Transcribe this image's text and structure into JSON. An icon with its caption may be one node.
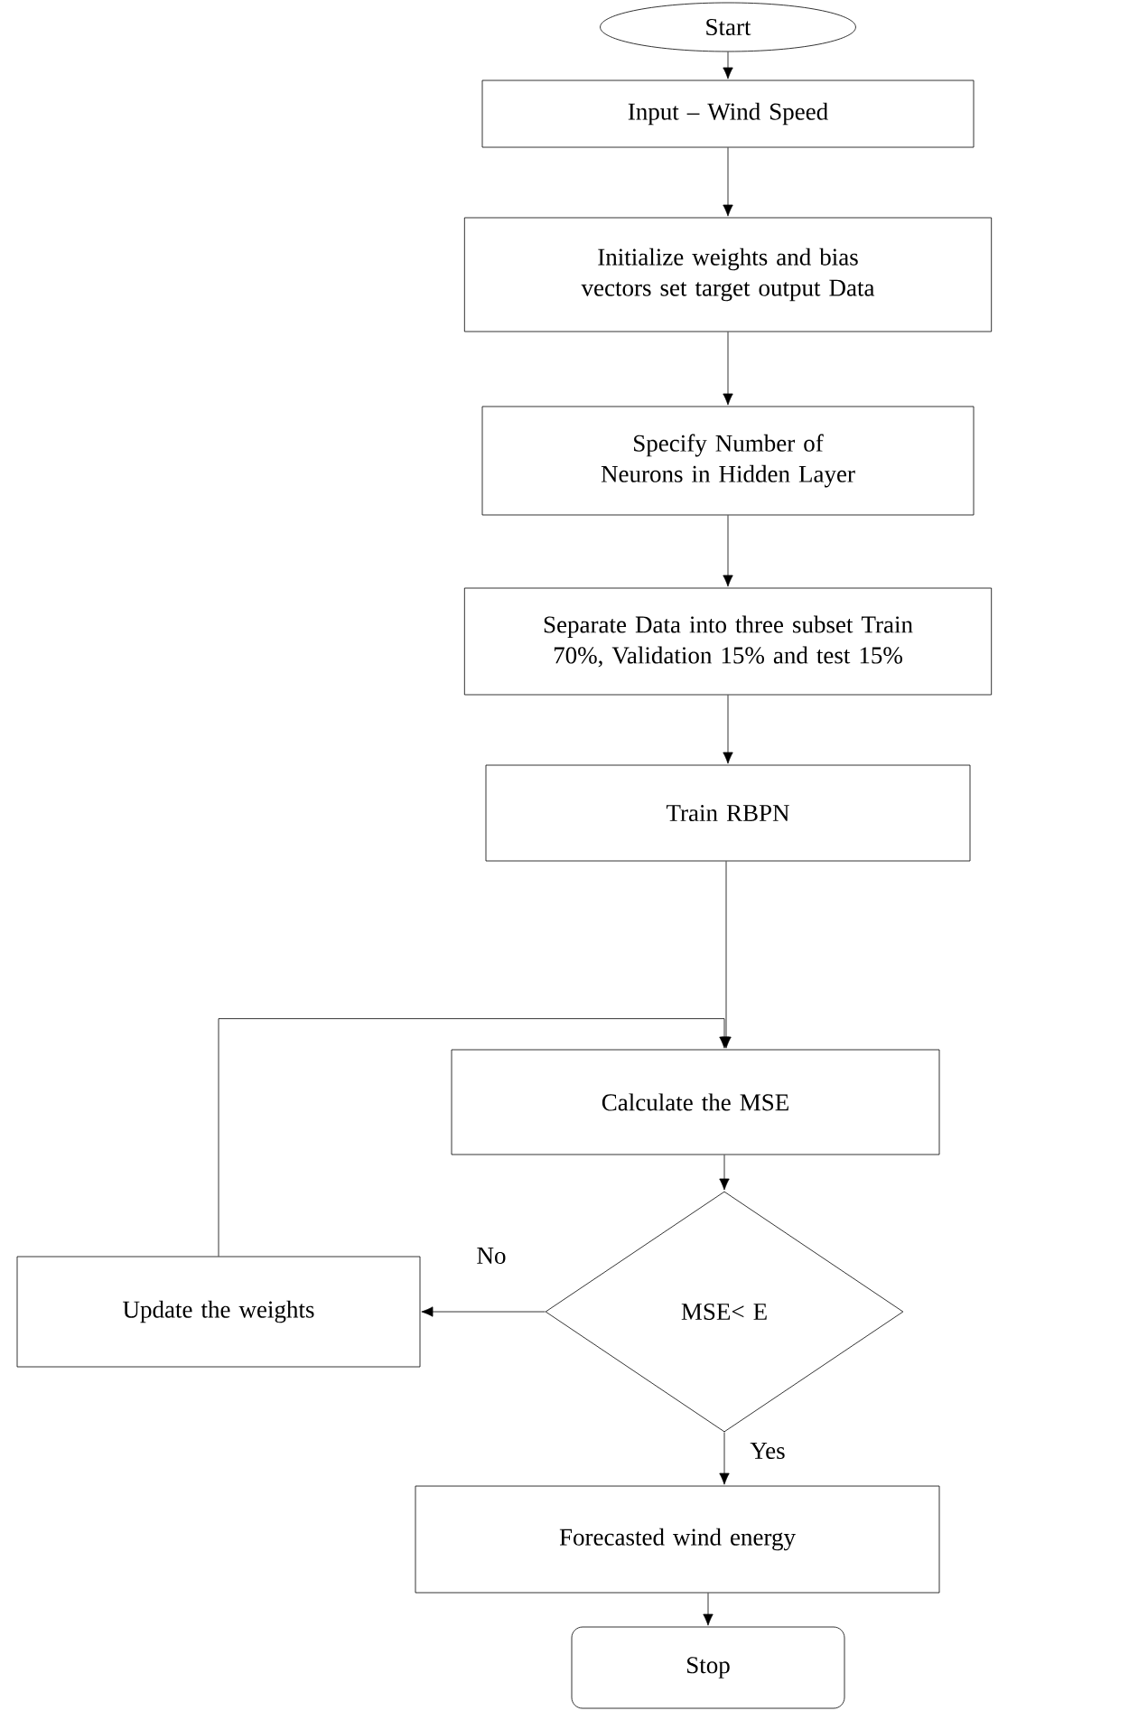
{
  "diagram": {
    "nodes": [
      {
        "text": [
          "Start"
        ]
      },
      {
        "text": [
          "Input – Wind Speed"
        ]
      },
      {
        "text": [
          "Initialize weights and bias vectors set target output Data"
        ]
      },
      {
        "text": [
          "Specify Number of Neurons in Hidden Layer"
        ]
      },
      {
        "text": [
          "Separate Data into three subset Train 70%, Validation 15% and test 15%"
        ]
      },
      {
        "text": [
          "Train RBPN"
        ]
      },
      {
        "text": [
          "Calculate the MSE"
        ]
      },
      {
        "text": [
          "MSE< E"
        ]
      },
      {
        "text": [
          "Update the weights"
        ]
      },
      {
        "text": [
          "Forecasted wind energy"
        ]
      },
      {
        "text": [
          "Stop"
        ]
      }
    ],
    "edges": [
      {
        "from": 0,
        "to": 1,
        "arrow": "to"
      },
      {
        "from": 1,
        "to": 2,
        "arrow": "to"
      },
      {
        "from": 2,
        "to": 3,
        "arrow": "to"
      },
      {
        "from": 3,
        "to": 4,
        "arrow": "to"
      },
      {
        "from": 4,
        "to": 5,
        "arrow": "to"
      },
      {
        "from": 5,
        "to": 6,
        "arrow": "to"
      },
      {
        "from": 6,
        "to": 7,
        "arrow": "to"
      },
      {
        "from": 7,
        "to": 8,
        "arrow": "to",
        "label": "No"
      },
      {
        "from": 8,
        "to": 6,
        "arrow": "to"
      },
      {
        "from": 7,
        "to": 9,
        "arrow": "to",
        "label": "Yes"
      },
      {
        "from": 9,
        "to": 10,
        "arrow": "to"
      }
    ]
  }
}
